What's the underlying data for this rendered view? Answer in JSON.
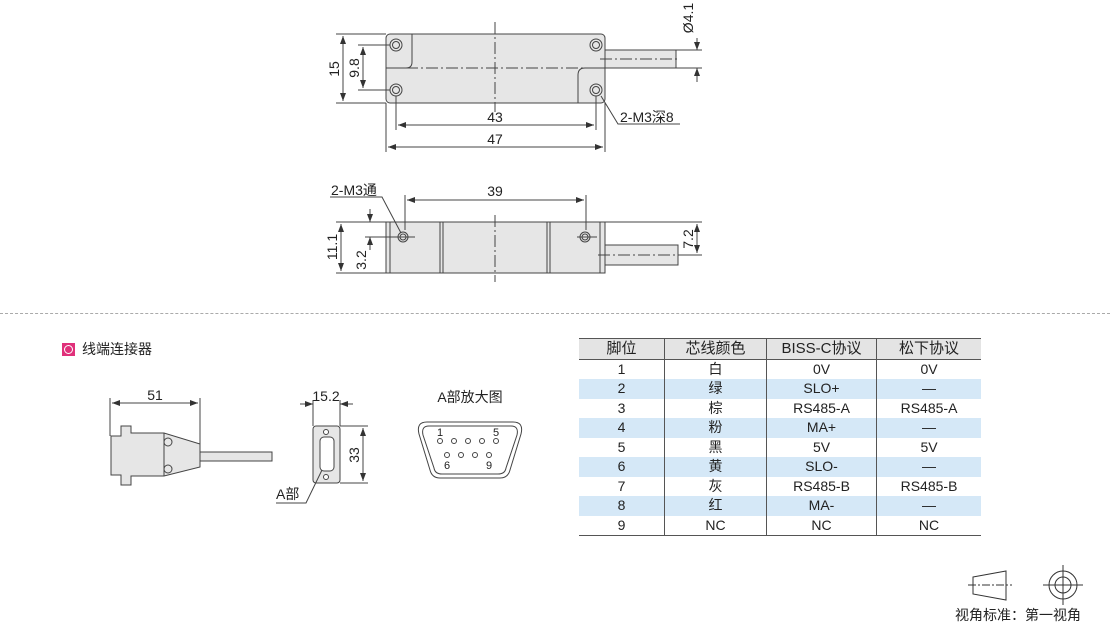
{
  "top_view": {
    "dim_height": "15",
    "dim_hole_spacing_v": "9.8",
    "dim_hole_spacing_h": "43",
    "dim_length": "47",
    "dim_cable_dia": "Ø4.1",
    "hole_note": "2-M3深8"
  },
  "side_view": {
    "hole_note": "2-M3通",
    "dim_hole_spacing": "39",
    "dim_height": "11.1",
    "dim_hole_offset": "3.2",
    "dim_cable_offset": "7.2"
  },
  "connector": {
    "section_title": "线端连接器",
    "dim_length": "51",
    "dim_width": "15.2",
    "dim_height": "33",
    "part_label": "A部",
    "detail_title": "A部放大图",
    "pin_labels": [
      "1",
      "5",
      "6",
      "9"
    ]
  },
  "pin_table": {
    "headers": [
      "脚位",
      "芯线颜色",
      "BISS-C协议",
      "松下协议"
    ],
    "rows": [
      [
        "1",
        "白",
        "0V",
        "0V"
      ],
      [
        "2",
        "绿",
        "SLO+",
        "—"
      ],
      [
        "3",
        "棕",
        "RS485-A",
        "RS485-A"
      ],
      [
        "4",
        "粉",
        "MA+",
        "—"
      ],
      [
        "5",
        "黑",
        "5V",
        "5V"
      ],
      [
        "6",
        "黄",
        "SLO-",
        "—"
      ],
      [
        "7",
        "灰",
        "RS485-B",
        "RS485-B"
      ],
      [
        "8",
        "红",
        "MA-",
        "—"
      ],
      [
        "9",
        "NC",
        "NC",
        "NC"
      ]
    ]
  },
  "projection": {
    "label": "视角标准：第一视角"
  },
  "colors": {
    "accent": "#e0307a",
    "row_alt": "#d5e8f7",
    "header_bg": "#e4e4e4",
    "body_fill": "#e6e6e6"
  }
}
